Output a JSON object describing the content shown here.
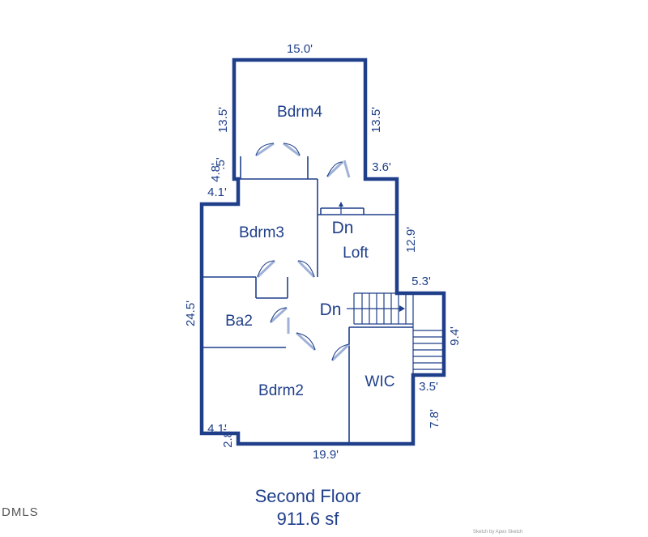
{
  "rooms": {
    "bdrm4": "Bdrm4",
    "bdrm3": "Bdrm3",
    "loft": "Loft",
    "ba2": "Ba2",
    "bdrm2": "Bdrm2",
    "wic": "WIC"
  },
  "stairs": {
    "dn_upper": "Dn",
    "dn_lower": "Dn"
  },
  "dimensions": {
    "top_width": "15.0'",
    "bdrm4_left": "13.5'",
    "bdrm4_right": "13.5'",
    "notch_a": "4.8'",
    "notch_b": ".5'",
    "notch_c": "4.1'",
    "loft_jog": "3.6'",
    "loft_height": "12.9'",
    "stair_width": "5.3'",
    "left_height": "24.5'",
    "stair_run": "9.4'",
    "landing": "3.5'",
    "wic_jog": "7.8'",
    "bottom_notch_a": "4.1'",
    "bottom_notch_b": "2.8'",
    "bottom_width": "19.9'"
  },
  "caption": {
    "floor": "Second Floor",
    "area": "911.6 sf"
  },
  "watermark": "DMLS",
  "credit": "Sketch by Apex Sketch"
}
